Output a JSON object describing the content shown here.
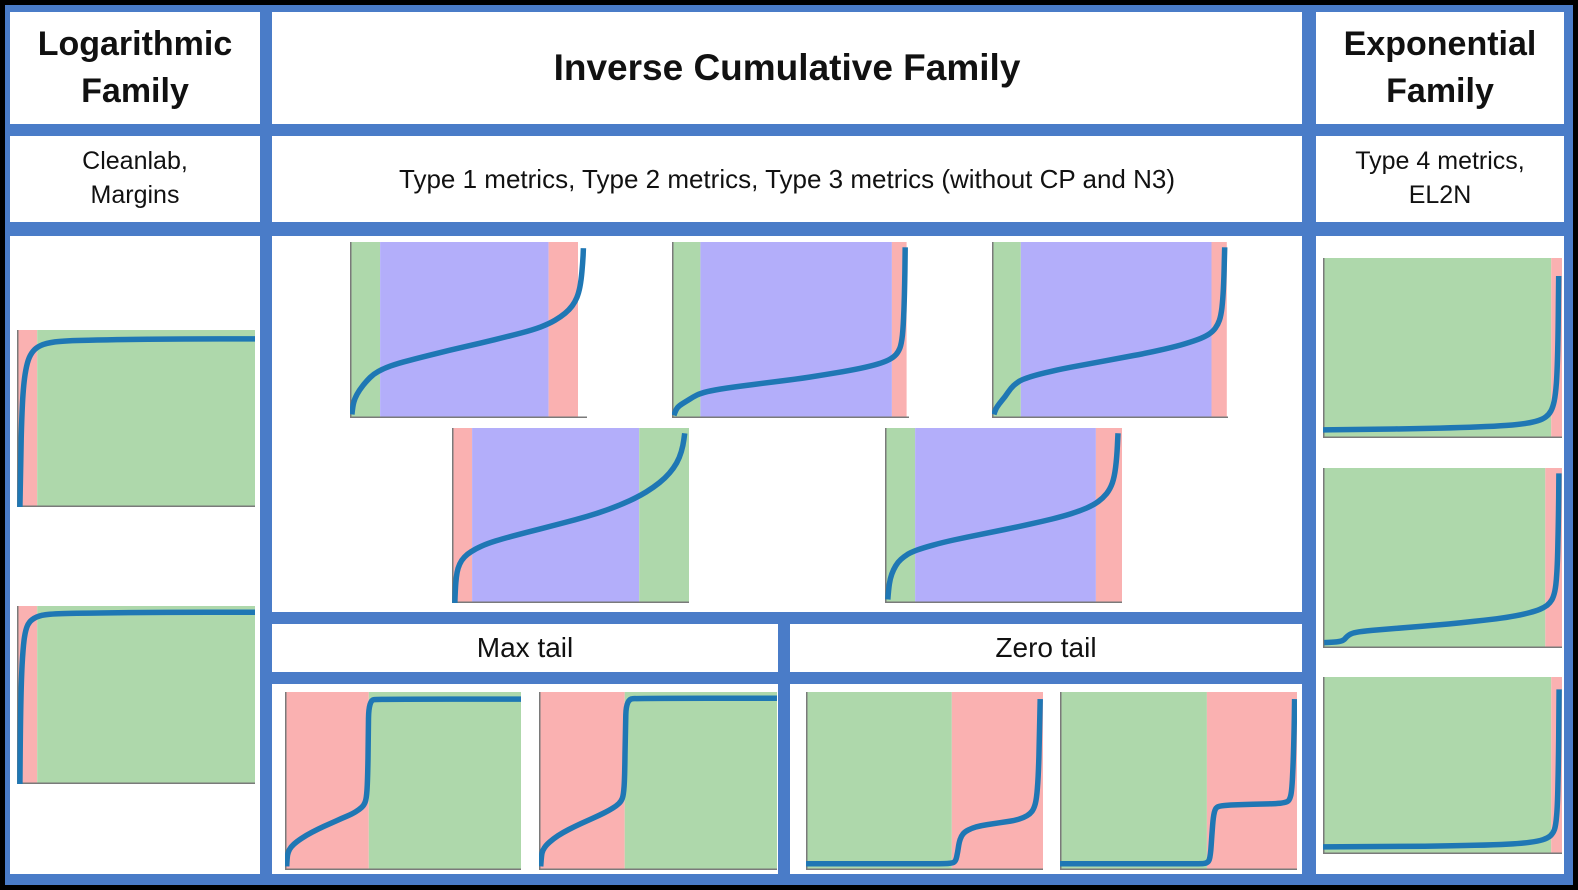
{
  "palette": {
    "border_blue": "#4a7cc8",
    "curve_blue": "#1f77b4",
    "band_green": "#aed8ab",
    "band_purple": "#b3aefa",
    "band_pink": "#fab1b1",
    "spine_gray": "#7a7a7a"
  },
  "columns": {
    "logarithmic": {
      "title_line1": "Logarithmic",
      "title_line2": "Family",
      "subtitle_line1": "Cleanlab,",
      "subtitle_line2": "Margins"
    },
    "inverse_cumulative": {
      "title": "Inverse Cumulative Family",
      "subtitle": "Type 1 metrics, Type 2 metrics, Type 3 metrics (without CP and N3)",
      "max_tail_label": "Max tail",
      "zero_tail_label": "Zero tail"
    },
    "exponential": {
      "title_line1": "Exponential",
      "title_line2": "Family",
      "subtitle_line1": "Type 4 metrics,",
      "subtitle_line2": "EL2N"
    }
  },
  "plots": {
    "L1": {
      "shape": "logarithmic",
      "bands": [
        [
          "pink",
          0,
          0.085
        ],
        [
          "green",
          0.085,
          1
        ]
      ],
      "curve": [
        [
          0.012,
          0.0
        ],
        [
          0.015,
          0.25
        ],
        [
          0.02,
          0.52
        ],
        [
          0.028,
          0.7
        ],
        [
          0.04,
          0.8
        ],
        [
          0.055,
          0.86
        ],
        [
          0.08,
          0.9
        ],
        [
          0.12,
          0.925
        ],
        [
          0.2,
          0.94
        ],
        [
          0.4,
          0.945
        ],
        [
          0.7,
          0.95
        ],
        [
          1.0,
          0.95
        ]
      ]
    },
    "L2": {
      "shape": "logarithmic",
      "bands": [
        [
          "pink",
          0,
          0.085
        ],
        [
          "green",
          0.085,
          1
        ]
      ],
      "curve": [
        [
          0.012,
          0.0
        ],
        [
          0.014,
          0.3
        ],
        [
          0.018,
          0.58
        ],
        [
          0.025,
          0.76
        ],
        [
          0.035,
          0.86
        ],
        [
          0.05,
          0.91
        ],
        [
          0.08,
          0.94
        ],
        [
          0.13,
          0.955
        ],
        [
          0.25,
          0.96
        ],
        [
          0.6,
          0.965
        ],
        [
          1.0,
          0.965
        ]
      ]
    },
    "M1": {
      "shape": "inverse-cumulative",
      "bands": [
        [
          "green",
          0,
          0.127
        ],
        [
          "purple",
          0.127,
          0.838
        ],
        [
          "pink",
          0.838,
          0.962
        ]
      ],
      "curve": [
        [
          0.008,
          0.02
        ],
        [
          0.012,
          0.07
        ],
        [
          0.02,
          0.11
        ],
        [
          0.04,
          0.16
        ],
        [
          0.07,
          0.21
        ],
        [
          0.1,
          0.25
        ],
        [
          0.14,
          0.28
        ],
        [
          0.2,
          0.31
        ],
        [
          0.3,
          0.345
        ],
        [
          0.42,
          0.385
        ],
        [
          0.55,
          0.425
        ],
        [
          0.67,
          0.465
        ],
        [
          0.77,
          0.5
        ],
        [
          0.84,
          0.535
        ],
        [
          0.89,
          0.575
        ],
        [
          0.925,
          0.615
        ],
        [
          0.95,
          0.66
        ],
        [
          0.965,
          0.71
        ],
        [
          0.975,
          0.78
        ],
        [
          0.982,
          0.88
        ],
        [
          0.985,
          0.965
        ]
      ]
    },
    "M2": {
      "shape": "inverse-cumulative",
      "bands": [
        [
          "green",
          0,
          0.12
        ],
        [
          "purple",
          0.12,
          0.928
        ],
        [
          "pink",
          0.928,
          0.99
        ]
      ],
      "curve": [
        [
          0.008,
          0.015
        ],
        [
          0.015,
          0.045
        ],
        [
          0.03,
          0.07
        ],
        [
          0.06,
          0.095
        ],
        [
          0.09,
          0.12
        ],
        [
          0.12,
          0.14
        ],
        [
          0.18,
          0.16
        ],
        [
          0.28,
          0.18
        ],
        [
          0.4,
          0.2
        ],
        [
          0.52,
          0.22
        ],
        [
          0.64,
          0.245
        ],
        [
          0.75,
          0.27
        ],
        [
          0.84,
          0.295
        ],
        [
          0.9,
          0.32
        ],
        [
          0.935,
          0.345
        ],
        [
          0.955,
          0.375
        ],
        [
          0.968,
          0.42
        ],
        [
          0.976,
          0.52
        ],
        [
          0.981,
          0.7
        ],
        [
          0.984,
          0.97
        ]
      ]
    },
    "M3": {
      "shape": "inverse-cumulative",
      "bands": [
        [
          "green",
          0,
          0.122
        ],
        [
          "purple",
          0.122,
          0.93
        ],
        [
          "pink",
          0.93,
          0.995
        ]
      ],
      "curve": [
        [
          0.008,
          0.02
        ],
        [
          0.015,
          0.05
        ],
        [
          0.03,
          0.08
        ],
        [
          0.055,
          0.12
        ],
        [
          0.08,
          0.17
        ],
        [
          0.105,
          0.2
        ],
        [
          0.13,
          0.22
        ],
        [
          0.2,
          0.25
        ],
        [
          0.3,
          0.28
        ],
        [
          0.42,
          0.31
        ],
        [
          0.54,
          0.34
        ],
        [
          0.66,
          0.37
        ],
        [
          0.76,
          0.4
        ],
        [
          0.84,
          0.43
        ],
        [
          0.9,
          0.46
        ],
        [
          0.935,
          0.49
        ],
        [
          0.957,
          0.53
        ],
        [
          0.97,
          0.58
        ],
        [
          0.978,
          0.67
        ],
        [
          0.983,
          0.8
        ],
        [
          0.986,
          0.97
        ]
      ]
    },
    "M4": {
      "shape": "inverse-cumulative",
      "bands": [
        [
          "pink",
          0,
          0.085
        ],
        [
          "purple",
          0.085,
          0.79
        ],
        [
          "green",
          0.79,
          1
        ]
      ],
      "curve": [
        [
          0.012,
          0.0
        ],
        [
          0.014,
          0.08
        ],
        [
          0.018,
          0.15
        ],
        [
          0.025,
          0.2
        ],
        [
          0.04,
          0.245
        ],
        [
          0.065,
          0.28
        ],
        [
          0.1,
          0.31
        ],
        [
          0.15,
          0.34
        ],
        [
          0.22,
          0.37
        ],
        [
          0.32,
          0.405
        ],
        [
          0.42,
          0.44
        ],
        [
          0.52,
          0.475
        ],
        [
          0.62,
          0.515
        ],
        [
          0.71,
          0.56
        ],
        [
          0.79,
          0.61
        ],
        [
          0.85,
          0.66
        ],
        [
          0.9,
          0.715
        ],
        [
          0.935,
          0.77
        ],
        [
          0.96,
          0.83
        ],
        [
          0.975,
          0.9
        ],
        [
          0.982,
          0.97
        ]
      ]
    },
    "M5": {
      "shape": "inverse-cumulative",
      "bands": [
        [
          "green",
          0,
          0.127
        ],
        [
          "purple",
          0.127,
          0.89
        ],
        [
          "pink",
          0.89,
          1
        ]
      ],
      "curve": [
        [
          0.012,
          0.02
        ],
        [
          0.015,
          0.08
        ],
        [
          0.022,
          0.14
        ],
        [
          0.035,
          0.19
        ],
        [
          0.055,
          0.235
        ],
        [
          0.08,
          0.265
        ],
        [
          0.11,
          0.29
        ],
        [
          0.16,
          0.315
        ],
        [
          0.24,
          0.345
        ],
        [
          0.34,
          0.375
        ],
        [
          0.45,
          0.405
        ],
        [
          0.56,
          0.435
        ],
        [
          0.66,
          0.465
        ],
        [
          0.75,
          0.495
        ],
        [
          0.82,
          0.525
        ],
        [
          0.88,
          0.56
        ],
        [
          0.92,
          0.6
        ],
        [
          0.95,
          0.65
        ],
        [
          0.968,
          0.72
        ],
        [
          0.978,
          0.83
        ],
        [
          0.983,
          0.97
        ]
      ]
    },
    "MT1": {
      "shape": "max-tail",
      "bands": [
        [
          "pink",
          0,
          0.355
        ],
        [
          "green",
          0.355,
          1
        ]
      ],
      "curve": [
        [
          0.007,
          0.02
        ],
        [
          0.009,
          0.07
        ],
        [
          0.013,
          0.1
        ],
        [
          0.025,
          0.13
        ],
        [
          0.05,
          0.16
        ],
        [
          0.09,
          0.195
        ],
        [
          0.14,
          0.23
        ],
        [
          0.19,
          0.26
        ],
        [
          0.24,
          0.29
        ],
        [
          0.285,
          0.315
        ],
        [
          0.315,
          0.34
        ],
        [
          0.335,
          0.365
        ],
        [
          0.345,
          0.4
        ],
        [
          0.35,
          0.5
        ],
        [
          0.353,
          0.75
        ],
        [
          0.355,
          0.955
        ],
        [
          0.4,
          0.96
        ],
        [
          1.0,
          0.96
        ]
      ]
    },
    "MT2": {
      "shape": "max-tail",
      "bands": [
        [
          "pink",
          0,
          0.36
        ],
        [
          "green",
          0.36,
          1
        ]
      ],
      "curve": [
        [
          0.007,
          0.02
        ],
        [
          0.01,
          0.08
        ],
        [
          0.015,
          0.11
        ],
        [
          0.03,
          0.14
        ],
        [
          0.06,
          0.175
        ],
        [
          0.1,
          0.21
        ],
        [
          0.15,
          0.245
        ],
        [
          0.2,
          0.275
        ],
        [
          0.25,
          0.305
        ],
        [
          0.295,
          0.335
        ],
        [
          0.325,
          0.36
        ],
        [
          0.345,
          0.385
        ],
        [
          0.355,
          0.42
        ],
        [
          0.36,
          0.52
        ],
        [
          0.363,
          0.78
        ],
        [
          0.366,
          0.96
        ],
        [
          0.42,
          0.965
        ],
        [
          1.0,
          0.965
        ]
      ]
    },
    "ZT1": {
      "shape": "zero-tail",
      "bands": [
        [
          "green",
          0,
          0.615
        ],
        [
          "pink",
          0.615,
          1
        ]
      ],
      "curve": [
        [
          0.0,
          0.035
        ],
        [
          0.3,
          0.035
        ],
        [
          0.55,
          0.035
        ],
        [
          0.615,
          0.037
        ],
        [
          0.632,
          0.05
        ],
        [
          0.64,
          0.1
        ],
        [
          0.646,
          0.155
        ],
        [
          0.655,
          0.19
        ],
        [
          0.67,
          0.215
        ],
        [
          0.7,
          0.235
        ],
        [
          0.74,
          0.25
        ],
        [
          0.79,
          0.26
        ],
        [
          0.84,
          0.27
        ],
        [
          0.885,
          0.28
        ],
        [
          0.92,
          0.295
        ],
        [
          0.945,
          0.315
        ],
        [
          0.962,
          0.345
        ],
        [
          0.973,
          0.4
        ],
        [
          0.98,
          0.52
        ],
        [
          0.985,
          0.75
        ],
        [
          0.988,
          0.96
        ]
      ]
    },
    "ZT2": {
      "shape": "zero-tail",
      "bands": [
        [
          "green",
          0,
          0.62
        ],
        [
          "pink",
          0.62,
          1
        ]
      ],
      "curve": [
        [
          0.0,
          0.035
        ],
        [
          0.3,
          0.035
        ],
        [
          0.58,
          0.035
        ],
        [
          0.625,
          0.037
        ],
        [
          0.635,
          0.08
        ],
        [
          0.641,
          0.2
        ],
        [
          0.647,
          0.3
        ],
        [
          0.655,
          0.345
        ],
        [
          0.67,
          0.36
        ],
        [
          0.72,
          0.365
        ],
        [
          0.78,
          0.368
        ],
        [
          0.85,
          0.37
        ],
        [
          0.91,
          0.373
        ],
        [
          0.95,
          0.378
        ],
        [
          0.968,
          0.39
        ],
        [
          0.978,
          0.44
        ],
        [
          0.984,
          0.6
        ],
        [
          0.988,
          0.8
        ],
        [
          0.99,
          0.96
        ]
      ]
    },
    "E1": {
      "shape": "exponential",
      "bands": [
        [
          "green",
          0,
          0.955
        ],
        [
          "pink",
          0.955,
          1
        ]
      ],
      "curve": [
        [
          0.0,
          0.045
        ],
        [
          0.2,
          0.048
        ],
        [
          0.4,
          0.052
        ],
        [
          0.58,
          0.058
        ],
        [
          0.72,
          0.065
        ],
        [
          0.82,
          0.075
        ],
        [
          0.88,
          0.088
        ],
        [
          0.92,
          0.105
        ],
        [
          0.945,
          0.13
        ],
        [
          0.962,
          0.17
        ],
        [
          0.973,
          0.24
        ],
        [
          0.98,
          0.37
        ],
        [
          0.984,
          0.6
        ],
        [
          0.986,
          0.9
        ]
      ]
    },
    "E2": {
      "shape": "exponential",
      "bands": [
        [
          "green",
          0,
          0.93
        ],
        [
          "pink",
          0.93,
          1
        ]
      ],
      "curve": [
        [
          0.005,
          0.03
        ],
        [
          0.05,
          0.032
        ],
        [
          0.085,
          0.04
        ],
        [
          0.1,
          0.065
        ],
        [
          0.12,
          0.082
        ],
        [
          0.16,
          0.092
        ],
        [
          0.25,
          0.103
        ],
        [
          0.36,
          0.115
        ],
        [
          0.47,
          0.127
        ],
        [
          0.58,
          0.14
        ],
        [
          0.68,
          0.155
        ],
        [
          0.77,
          0.17
        ],
        [
          0.84,
          0.188
        ],
        [
          0.89,
          0.205
        ],
        [
          0.925,
          0.225
        ],
        [
          0.95,
          0.25
        ],
        [
          0.965,
          0.285
        ],
        [
          0.975,
          0.345
        ],
        [
          0.981,
          0.47
        ],
        [
          0.985,
          0.7
        ],
        [
          0.987,
          0.97
        ]
      ]
    },
    "E3": {
      "shape": "exponential",
      "bands": [
        [
          "green",
          0,
          0.955
        ],
        [
          "pink",
          0.955,
          1
        ]
      ],
      "curve": [
        [
          0.0,
          0.04
        ],
        [
          0.3,
          0.042
        ],
        [
          0.55,
          0.046
        ],
        [
          0.72,
          0.052
        ],
        [
          0.83,
          0.06
        ],
        [
          0.9,
          0.072
        ],
        [
          0.94,
          0.09
        ],
        [
          0.962,
          0.115
        ],
        [
          0.974,
          0.16
        ],
        [
          0.981,
          0.27
        ],
        [
          0.985,
          0.5
        ],
        [
          0.987,
          0.8
        ],
        [
          0.988,
          0.93
        ]
      ]
    }
  }
}
